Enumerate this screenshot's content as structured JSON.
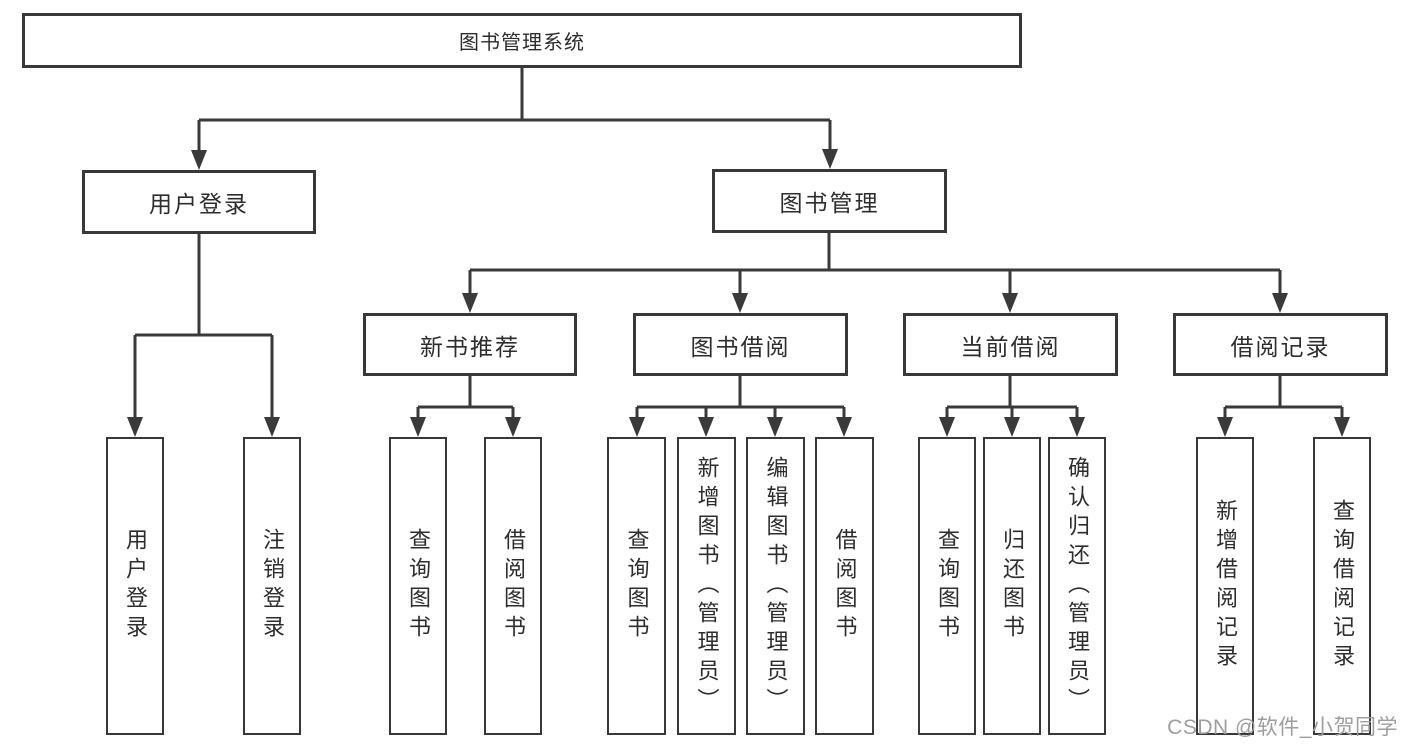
{
  "diagram_title": "图书管理系统",
  "tree": {
    "root": {
      "label": "图书管理系统"
    },
    "branches": [
      {
        "label": "用户登录",
        "children": [
          {
            "label": "用户登录"
          },
          {
            "label": "注销登录"
          }
        ]
      },
      {
        "label": "图书管理",
        "children": [
          {
            "label": "新书推荐",
            "children": [
              {
                "label": "查询图书"
              },
              {
                "label": "借阅图书"
              }
            ]
          },
          {
            "label": "图书借阅",
            "children": [
              {
                "label": "查询图书"
              },
              {
                "label": "新增图书（管理员）"
              },
              {
                "label": "编辑图书（管理员）"
              },
              {
                "label": "借阅图书"
              }
            ]
          },
          {
            "label": "当前借阅",
            "children": [
              {
                "label": "查询图书"
              },
              {
                "label": "归还图书"
              },
              {
                "label": "确认归还（管理员）"
              }
            ]
          },
          {
            "label": "借阅记录",
            "children": [
              {
                "label": "新增借阅记录"
              },
              {
                "label": "查询借阅记录"
              }
            ]
          }
        ]
      }
    ]
  },
  "watermark": "CSDN @软件_小贺同学",
  "colors": {
    "line": "#3a3a3a",
    "border": "#383838",
    "text": "#2d2d2d",
    "background": "#ffffff",
    "watermark": "#9e9e9e"
  }
}
